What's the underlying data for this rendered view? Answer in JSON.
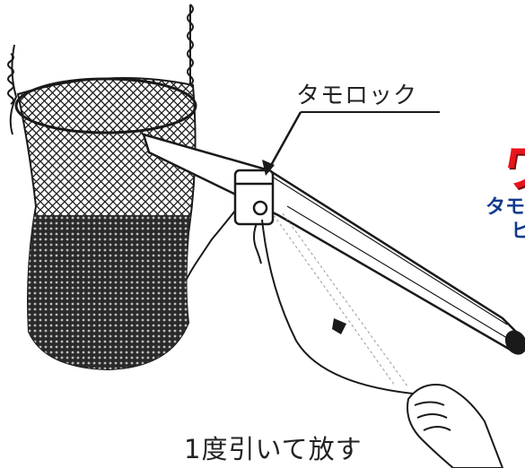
{
  "callout": {
    "label": "タモロック"
  },
  "caption": "1度引いて放す",
  "clipped_text": {
    "red_heading": "ワ",
    "blue_line_1": "タモ",
    "blue_line_2": "ヒ"
  },
  "colors": {
    "red_heading": "#e8141c",
    "blue_text": "#123a8c",
    "ink": "#1a1a1a"
  }
}
